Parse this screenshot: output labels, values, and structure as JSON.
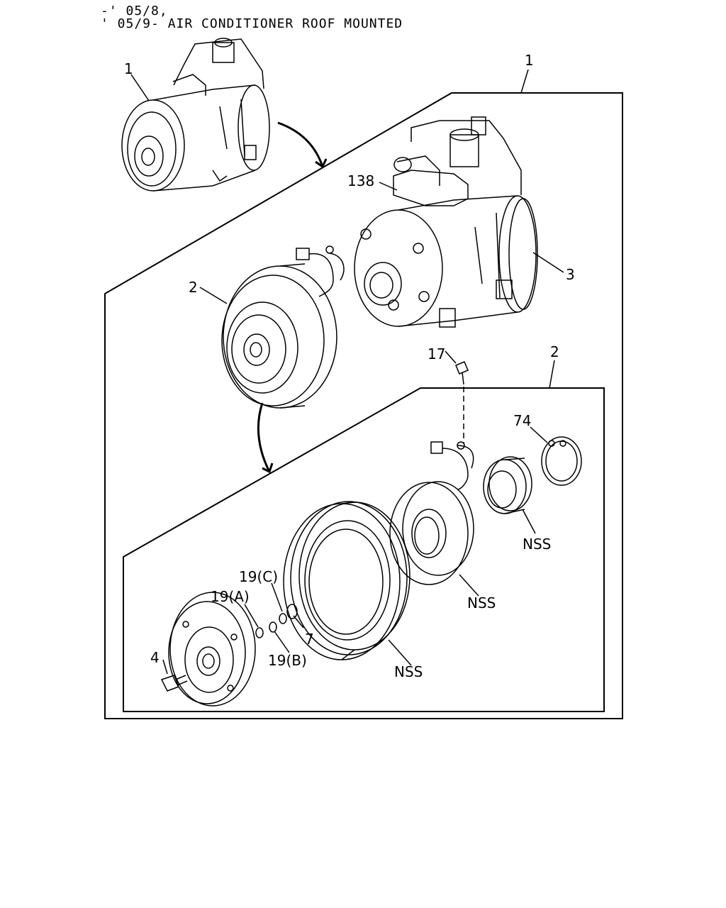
{
  "header": {
    "line1": "-' 05/8,",
    "line2": "' 05/9- AIR CONDITIONER ROOF MOUNTED"
  },
  "callouts": {
    "assembly_outer": "1",
    "compressor_top": "1",
    "bracket": "138",
    "compressor_body": "3",
    "clutch_assy": "2",
    "clutch_kit": "2",
    "screw": "17",
    "snap_ring": "74",
    "bearing_nss": "NSS",
    "coil_nss": "NSS",
    "pulley_nss": "NSS",
    "shim_c": "19(C)",
    "shim_a": "19(A)",
    "shim_b": "19(B)",
    "ring": "7",
    "bolt": "4"
  }
}
